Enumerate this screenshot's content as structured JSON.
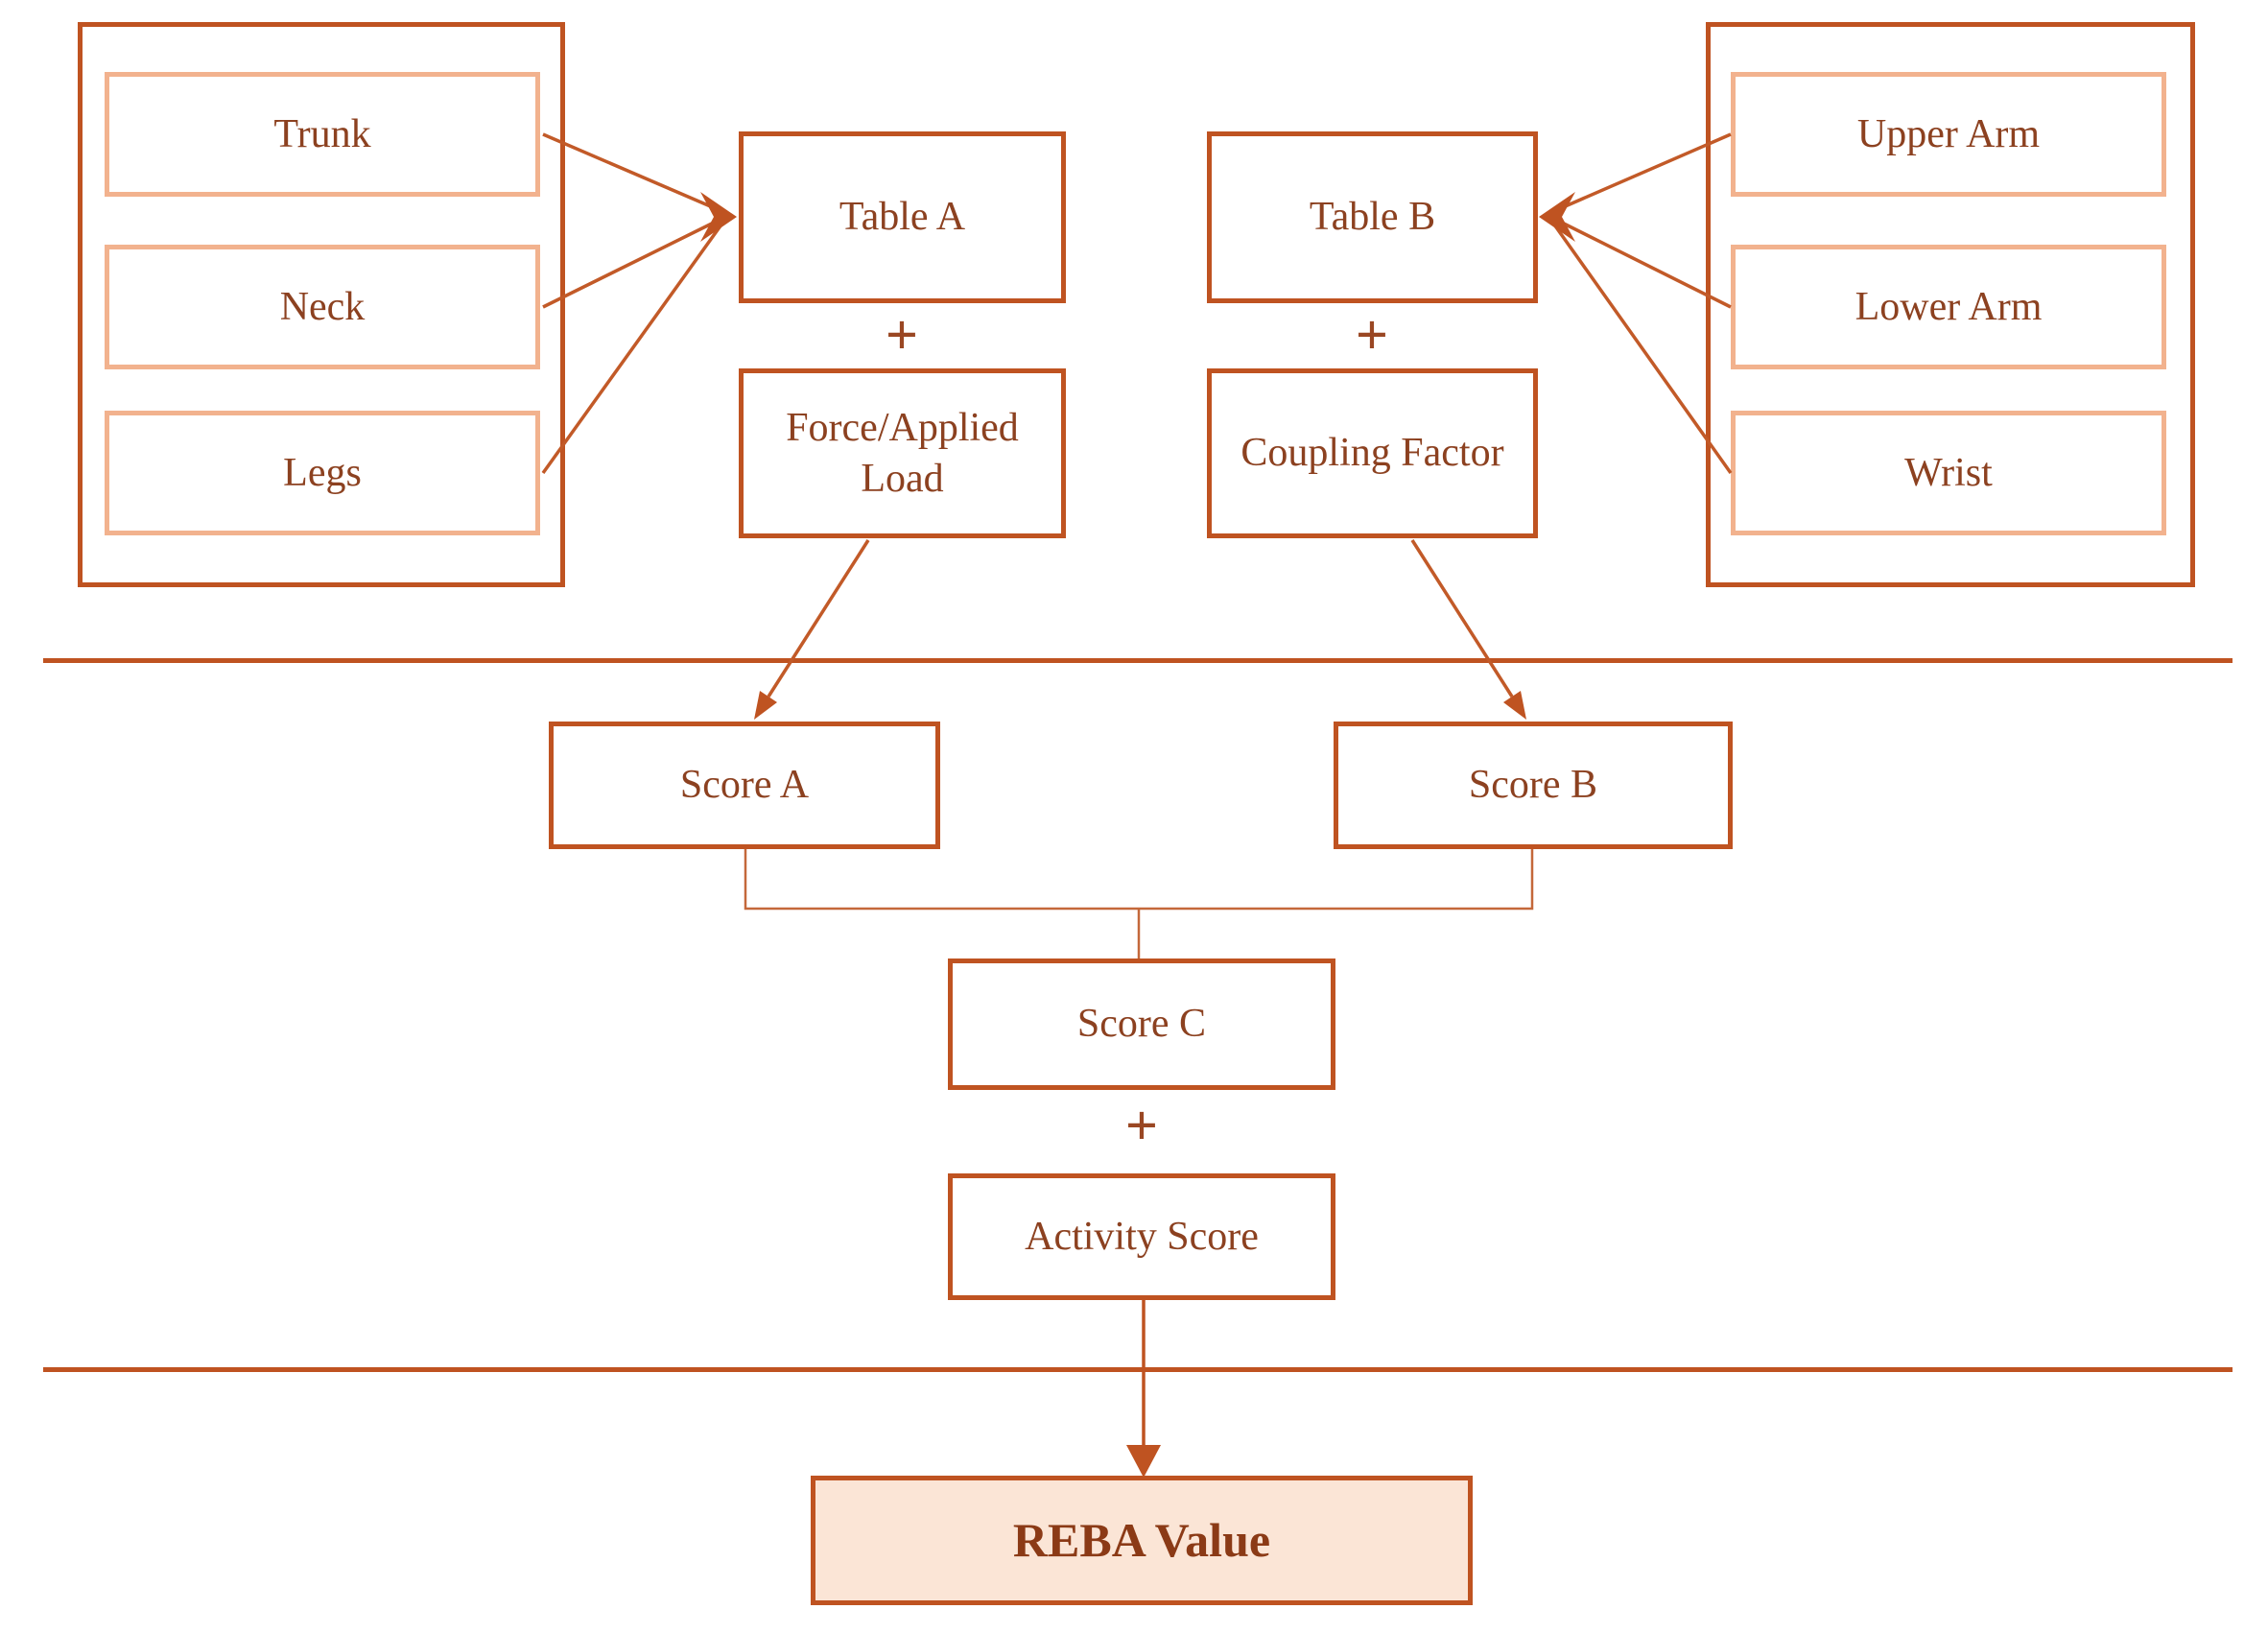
{
  "colors": {
    "accent": "#BF5321",
    "inner_border": "#F2B28E",
    "label_text": "#8C4120",
    "connector": "#C4683A",
    "reba_fill": "#FBE5D6",
    "reba_text": "#8B3A16"
  },
  "left_group": {
    "items": [
      {
        "label": "Trunk"
      },
      {
        "label": "Neck"
      },
      {
        "label": "Legs"
      }
    ]
  },
  "right_group": {
    "items": [
      {
        "label": "Upper Arm"
      },
      {
        "label": "Lower Arm"
      },
      {
        "label": "Wrist"
      }
    ]
  },
  "nodes": {
    "table_a": "Table A",
    "table_b": "Table B",
    "plus_a": "+",
    "plus_b": "+",
    "plus_c": "+",
    "force_load": "Force/Applied Load",
    "coupling_factor": "Coupling Factor",
    "score_a": "Score A",
    "score_b": "Score B",
    "score_c": "Score C",
    "activity_score": "Activity Score",
    "reba_value": "REBA Value"
  }
}
